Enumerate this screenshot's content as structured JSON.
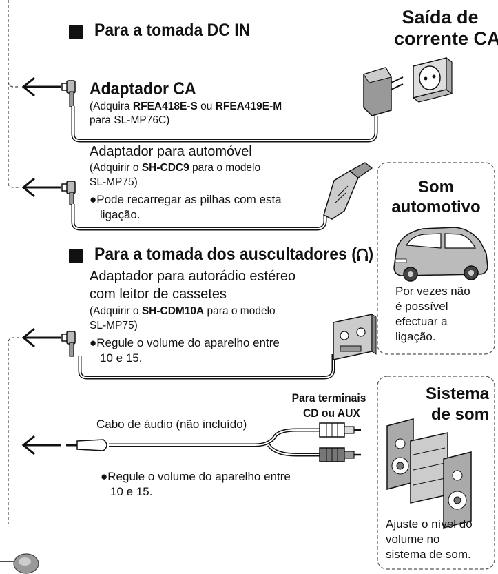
{
  "top_right": {
    "line1": "Saída de",
    "line2": "corrente CA"
  },
  "section_dc": {
    "heading": "Para a tomada DC IN"
  },
  "ac_adapter": {
    "title": "Adaptador CA",
    "line1_pre": "(Adquira ",
    "model1": "RFEA418E-S",
    "line1_mid": " ou ",
    "model2": "RFEA419E-M",
    "line2": "para SL-MP76C)"
  },
  "car_adapter": {
    "title": "Adaptador para automóvel",
    "line1_pre": "(Adquirir o ",
    "model": "SH-CDC9",
    "line1_post": " para o modelo",
    "line2": "SL-MP75)",
    "note1": "●Pode recarregar as pilhas com esta",
    "note2": "ligação."
  },
  "box_car": {
    "title1": "Som",
    "title2": "automotivo",
    "note1": "Por vezes não",
    "note2": "é possível",
    "note3": "efectuar a",
    "note4": "ligação."
  },
  "section_hp": {
    "heading_pre": "Para a tomada dos auscultadores (",
    "heading_post": ")"
  },
  "cassette_adapter": {
    "title1": "Adaptador para autorádio estéreo",
    "title2": "com leitor de cassetes",
    "line1_pre": "(Adquirir o ",
    "model": "SH-CDM10A",
    "line1_post": " para o modelo",
    "line2": "SL-MP75)",
    "note1": "●Regule o volume do aparelho entre",
    "note2": "10 e 15."
  },
  "audio_cable": {
    "title": "Cabo de áudio (não incluído)",
    "terminals1": "Para terminais",
    "terminals2": "CD ou AUX",
    "note1": "●Regule o volume do aparelho entre",
    "note2": "10 e 15."
  },
  "box_stereo": {
    "title1": "Sistema",
    "title2": "de som",
    "note1": "Ajuste o nível do",
    "note2": "volume no",
    "note3": "sistema de som."
  }
}
